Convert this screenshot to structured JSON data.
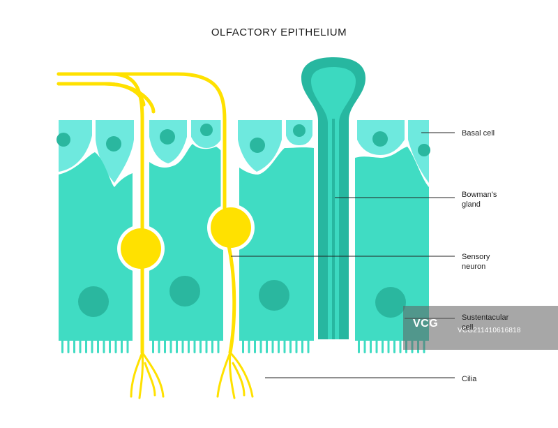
{
  "title": "OLFACTORY EPITHELIUM",
  "labels": {
    "basal_cell": "Basal cell",
    "bowmans_gland_line1": "Bowman's",
    "bowmans_gland_line2": "gland",
    "sensory_neuron_line1": "Sensory",
    "sensory_neuron_line2": "neuron",
    "sustentacular_cell_line1": "Sustentacular",
    "sustentacular_cell_line2": "cell",
    "cilia": "Cilia"
  },
  "watermark": {
    "logo": "VCG",
    "id": "VCG211410616818"
  },
  "colors": {
    "sustentacular_cell": "#40dcc3",
    "basal_cell": "#6ee9de",
    "nucleus": "#2ab79f",
    "neuron": "#ffe100",
    "gland_outer": "#27b7a0",
    "gland_inner": "#3cd9c0",
    "leader_line": "#222222"
  }
}
